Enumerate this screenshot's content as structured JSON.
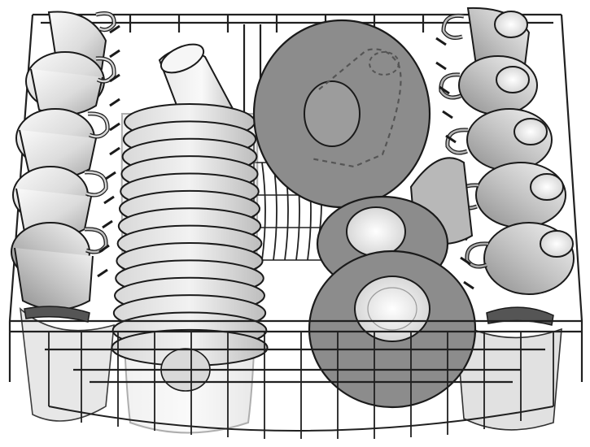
{
  "figure": {
    "kind": "illustration",
    "subject": "dishwasher-upper-basket-loading",
    "colors": {
      "outline": "#1a1a1a",
      "item_light": "#ececec",
      "item_mid": "#cfcfcf",
      "item_dark": "#9a9a9a",
      "plate_dark": "#8c8c8c",
      "wire": "#202020",
      "background": "#ffffff"
    },
    "items": {
      "left_cups": 5,
      "right_cups": 5,
      "plate_stack": 14,
      "saucers": 2,
      "large_plate": 1,
      "glass": 1,
      "dashed_cup_outline": 1
    }
  }
}
